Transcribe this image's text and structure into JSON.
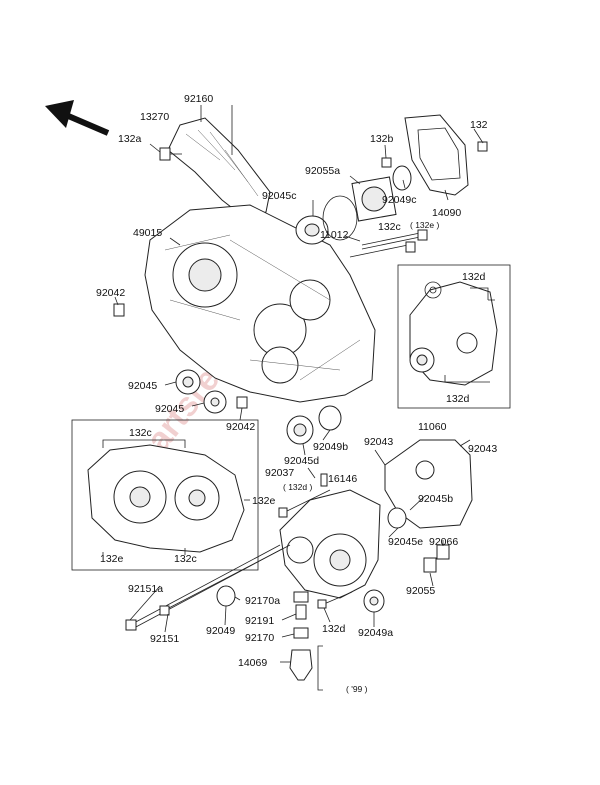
{
  "watermark": "partsrepublik",
  "labels": {
    "l92160": "92160",
    "l13270": "13270",
    "l132a_top": "132a",
    "l132_top": "132",
    "l132b": "132b",
    "l92055a": "92055a",
    "l92045c": "92045c",
    "l92049c": "92049c",
    "l14090": "14090",
    "l49015": "49015",
    "l11012": "11012",
    "l132c_mid": "132c",
    "l132e_paren": "( 132e )",
    "l92042_left": "92042",
    "l132d_box_top": "132d",
    "l132d_box_bot": "132d",
    "l92045_a": "92045",
    "l92045_b": "92045",
    "l92042_mid": "92042",
    "l92049b": "92049b",
    "l92045d": "92045d",
    "l92043_a": "92043",
    "l11060": "11060",
    "l92043_b": "92043",
    "l132c_box": "132c",
    "l92037": "92037",
    "l16146": "16146",
    "l132d_paren": "( 132d )",
    "l132e_box_r": "132e",
    "l92045b": "92045b",
    "l132e_box_l": "132e",
    "l132c_box_b": "132c",
    "l92045e": "92045e",
    "l92066": "92066",
    "l92055": "92055",
    "l92151a": "92151a",
    "l92170a": "92170a",
    "l92151": "92151",
    "l92049": "92049",
    "l92191": "92191",
    "l132d_low": "132d",
    "l92049a": "92049a",
    "l92170": "92170",
    "l14069": "14069",
    "l99": "( '99 )"
  }
}
